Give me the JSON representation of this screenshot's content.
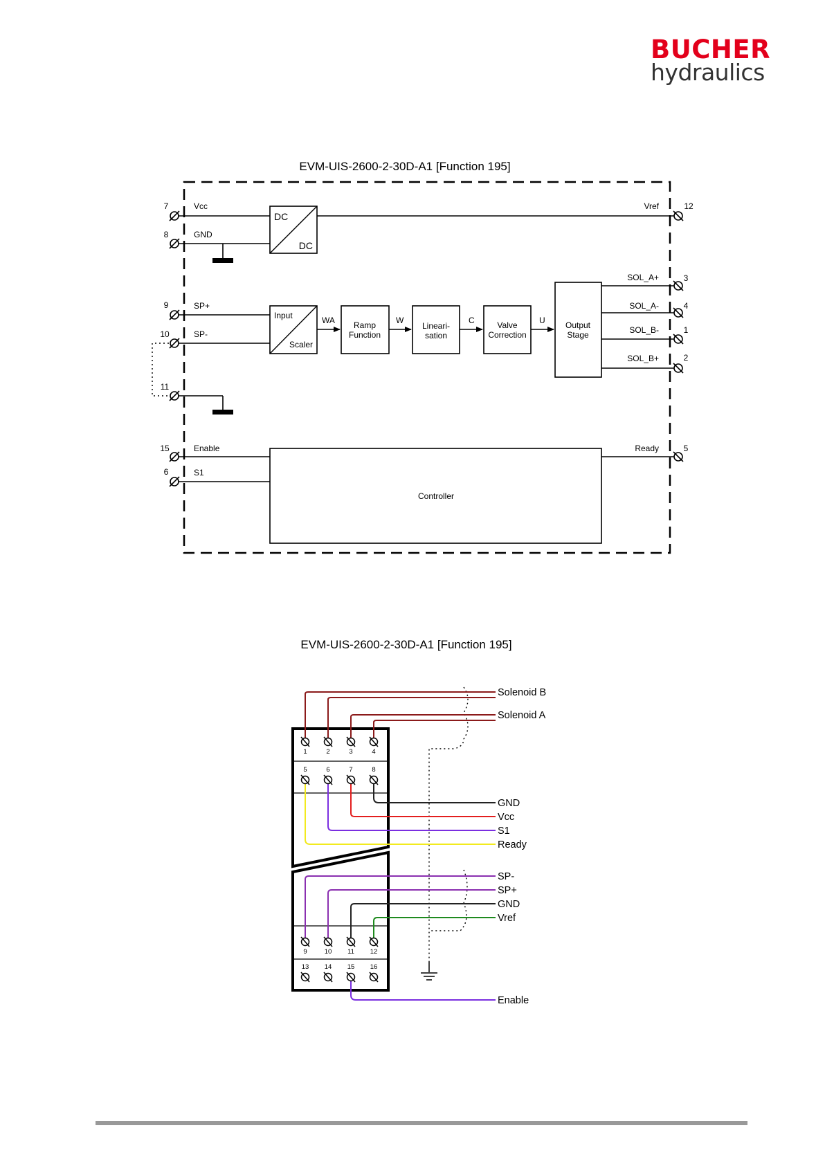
{
  "logo": {
    "brand": "BUCHER",
    "sub": "hydraulics"
  },
  "block_diagram": {
    "title": "EVM-UIS-2600-2-30D-A1 [Function 195]",
    "terminals": {
      "t7": "7",
      "t8": "8",
      "t9": "9",
      "t10": "10",
      "t11": "11",
      "t15": "15",
      "t6": "6",
      "t12": "12",
      "t3": "3",
      "t4": "4",
      "t1": "1",
      "t2": "2",
      "t5": "5"
    },
    "signals": {
      "vcc": "Vcc",
      "gnd": "GND",
      "sp_plus": "SP+",
      "sp_minus": "SP-",
      "enable": "Enable",
      "s1": "S1",
      "vref": "Vref",
      "sol_a_plus": "SOL_A+",
      "sol_a_minus": "SOL_A-",
      "sol_b_minus": "SOL_B-",
      "sol_b_plus": "SOL_B+",
      "ready": "Ready",
      "wa": "WA",
      "w": "W",
      "c": "C",
      "u": "U"
    },
    "blocks": {
      "dc_top": "DC",
      "dc_bottom": "DC",
      "input": "Input",
      "scaler": "Scaler",
      "ramp_1": "Ramp",
      "ramp_2": "Function",
      "lin_1": "Lineari-",
      "lin_2": "sation",
      "valve_1": "Valve",
      "valve_2": "Correction",
      "output_1": "Output",
      "output_2": "Stage",
      "controller": "Controller"
    }
  },
  "wiring_diagram": {
    "title": "EVM-UIS-2600-2-30D-A1 [Function 195]",
    "upper_terminals": [
      "1",
      "2",
      "3",
      "4",
      "5",
      "6",
      "7",
      "8"
    ],
    "lower_terminals": [
      "9",
      "10",
      "11",
      "12",
      "13",
      "14",
      "15",
      "16"
    ],
    "labels": {
      "solenoid_b": "Solenoid B",
      "solenoid_a": "Solenoid A",
      "gnd_1": "GND",
      "vcc": "Vcc",
      "s1": "S1",
      "ready": "Ready",
      "sp_minus": "SP-",
      "sp_plus": "SP+",
      "gnd_2": "GND",
      "vref": "Vref",
      "enable": "Enable"
    },
    "wire_colors": {
      "solenoid": "#8b1a1a",
      "gnd": "#222222",
      "vcc": "#e31e1e",
      "s1": "#7a2ee0",
      "ready": "#f2ea1e",
      "sp": "#8a2fb0",
      "vref": "#1e8a1e",
      "enable": "#7a2ee0"
    }
  }
}
